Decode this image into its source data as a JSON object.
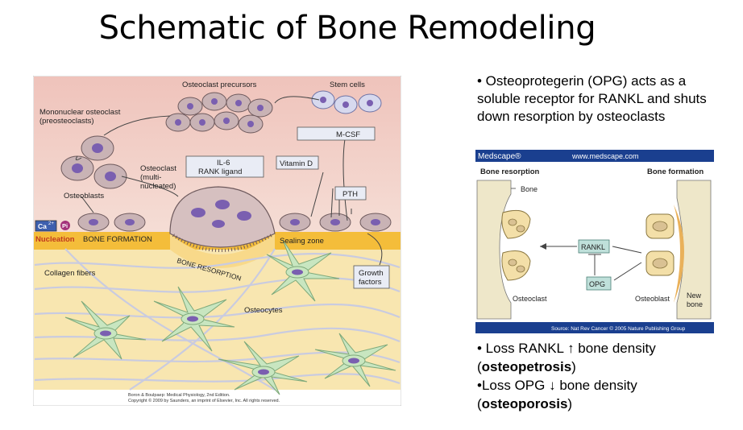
{
  "slide": {
    "title": "Schematic of Bone Remodeling",
    "bullet_opg": "•  Osteoprotegerin (OPG) acts as a soluble receptor for RANKL and shuts down resorption by osteoclasts",
    "bullet_rankl_prefix": "•  Loss RANKL ↑ bone density (",
    "bullet_rankl_bold": "osteopetrosis",
    "bullet_rankl_suffix": ")",
    "bullet_opg_loss_prefix": "•Loss OPG ↓ bone density (",
    "bullet_opg_loss_bold": "osteoporosis",
    "bullet_opg_loss_suffix": ")"
  },
  "left_figure": {
    "labels": {
      "osteoclast_precursors": "Osteoclast precursors",
      "stem_cells": "Stem cells",
      "mononuclear_line1": "Mononuclear osteoclast",
      "mononuclear_line2": "(preosteoclasts)",
      "mcsf": "M-CSF",
      "il6": "IL-6",
      "rank_ligand": "RANK ligand",
      "vitamin_d": "Vitamin D",
      "osteoclast_line1": "Osteoclast",
      "osteoclast_line2": "(multi-",
      "osteoclast_line3": "nucleated)",
      "pth": "PTH",
      "osteoblasts": "Osteoblasts",
      "ca": "Ca",
      "ca_sup": "2+",
      "pi": "Pi",
      "nucleation": "Nucleation",
      "bone_formation": "BONE FORMATION",
      "sealing_zone": "Sealing zone",
      "bone_resorption": "BONE RESORPTION",
      "collagen_fibers": "Collagen fibers",
      "growth_line1": "Growth",
      "growth_line2": "factors",
      "osteocytes": "Osteocytes",
      "credit_line1": "Boron & Boulpaep: Medical Physiology, 2nd Edition.",
      "credit_line2": "Copyright © 2009 by Saunders, an imprint of Elsevier, Inc. All rights reserved."
    },
    "colors": {
      "background_top": "#f2cfc6",
      "bone": "#f7e2a8",
      "nucleation_band": "#f2b31f",
      "cell": "#c9b3b5",
      "nucleus": "#7a5fb0"
    }
  },
  "right_figure": {
    "header_brand": "Medscape®",
    "header_url": "www.medscape.com",
    "bone_resorption": "Bone resorption",
    "bone_formation": "Bone formation",
    "bone": "Bone",
    "rankl": "RANKL",
    "opg": "OPG",
    "osteoclast": "Osteoclast",
    "osteoblast": "Osteoblast",
    "new_bone_line1": "New",
    "new_bone_line2": "bone",
    "source": "Source: Nat Rev Cancer © 2005 Nature Publishing Group",
    "colors": {
      "header": "#1a3f8f",
      "cell": "#f3dfa8",
      "box": "#bfe0da"
    }
  }
}
